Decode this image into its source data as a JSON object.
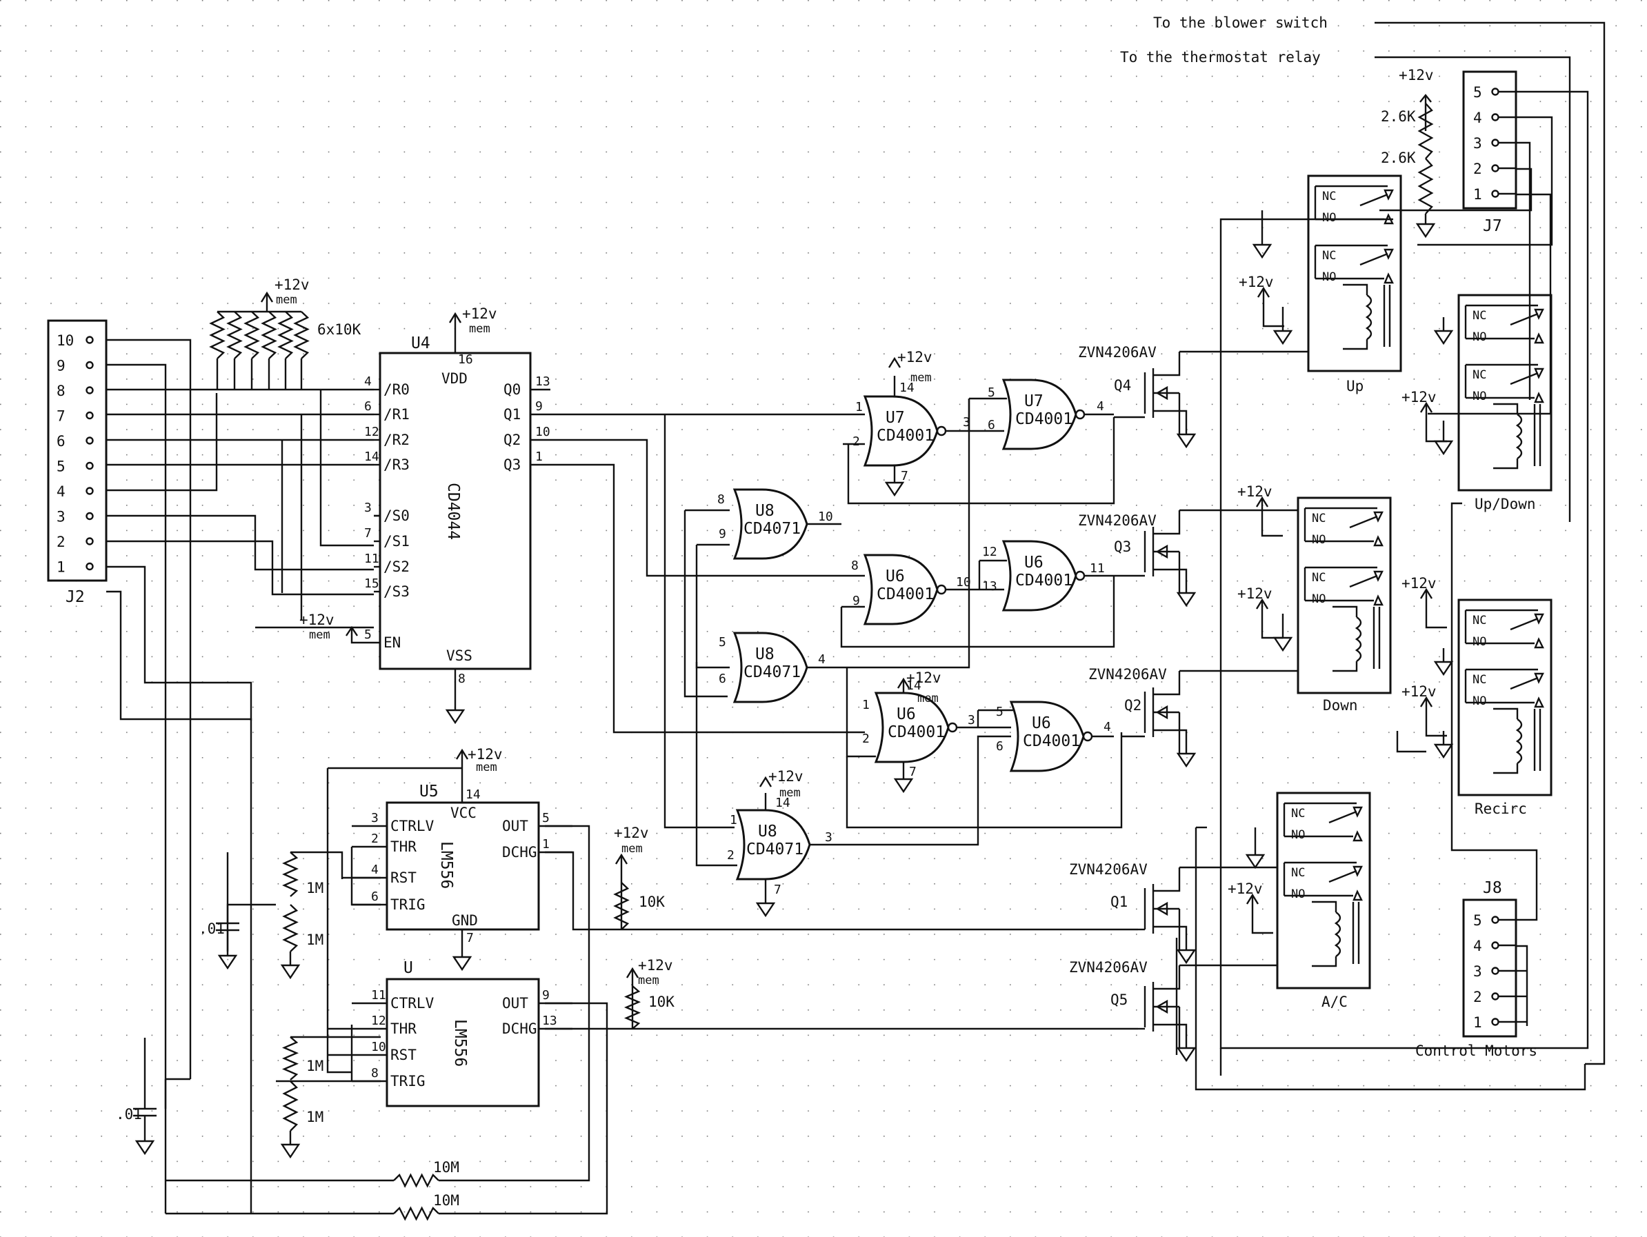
{
  "notes": {
    "blower": "To the blower switch",
    "thermostat": "To the thermostat relay"
  },
  "labels": {
    "vcc": "+12v",
    "mem": "mem",
    "pullups": "6x10K"
  },
  "j2": {
    "ref": "J2",
    "pins": [
      "10",
      "9",
      "8",
      "7",
      "6",
      "5",
      "4",
      "3",
      "2",
      "1"
    ]
  },
  "j7": {
    "ref": "J7",
    "pins": [
      "5",
      "4",
      "3",
      "2",
      "1"
    ]
  },
  "j8": {
    "ref": "J8",
    "pins": [
      "5",
      "4",
      "3",
      "2",
      "1"
    ],
    "caption": "Control Motors"
  },
  "u4": {
    "ref": "U4",
    "part": "CD4044",
    "vdd": "VDD",
    "vss": "VSS",
    "vdd_pin": "16",
    "vss_pin": "8",
    "left": [
      [
        "4",
        "/R0"
      ],
      [
        "6",
        "/R1"
      ],
      [
        "12",
        "/R2"
      ],
      [
        "14",
        "/R3"
      ],
      [
        "3",
        "/S0"
      ],
      [
        "7",
        "/S1"
      ],
      [
        "11",
        "/S2"
      ],
      [
        "15",
        "/S3"
      ],
      [
        "5",
        "EN"
      ]
    ],
    "right": [
      [
        "13",
        "Q0"
      ],
      [
        "9",
        "Q1"
      ],
      [
        "10",
        "Q2"
      ],
      [
        "1",
        "Q3"
      ]
    ]
  },
  "u5": {
    "ref": "U5",
    "part": "LM556",
    "vcc": "VCC",
    "gnd": "GND",
    "vcc_pin": "14",
    "gnd_pin": "7",
    "left": [
      [
        "3",
        "CTRLV"
      ],
      [
        "2",
        "THR"
      ],
      [
        "4",
        "RST"
      ],
      [
        "6",
        "TRIG"
      ]
    ],
    "right": [
      [
        "5",
        "OUT"
      ],
      [
        "1",
        "DCHG"
      ]
    ]
  },
  "u5b": {
    "ref": "U",
    "part": "LM556",
    "left": [
      [
        "11",
        "CTRLV"
      ],
      [
        "12",
        "THR"
      ],
      [
        "10",
        "RST"
      ],
      [
        "8",
        "TRIG"
      ]
    ],
    "right": [
      [
        "9",
        "OUT"
      ],
      [
        "13",
        "DCHG"
      ]
    ]
  },
  "gates": {
    "u7a": {
      "ref": "U7",
      "part": "CD4001",
      "pins": [
        "1",
        "2",
        "3",
        "14",
        "7"
      ]
    },
    "u7b": {
      "ref": "U7",
      "part": "CD4001",
      "pins": [
        "5",
        "6",
        "4"
      ]
    },
    "u8a": {
      "ref": "U8",
      "part": "CD4071",
      "pins": [
        "8",
        "9",
        "10"
      ]
    },
    "u6a": {
      "ref": "U6",
      "part": "CD4001",
      "pins": [
        "8",
        "9",
        "10"
      ]
    },
    "u6b": {
      "ref": "U6",
      "part": "CD4001",
      "pins": [
        "12",
        "13",
        "11"
      ]
    },
    "u8b": {
      "ref": "U8",
      "part": "CD4071",
      "pins": [
        "5",
        "6",
        "4"
      ]
    },
    "u6c": {
      "ref": "U6",
      "part": "CD4001",
      "pins": [
        "1",
        "2",
        "3",
        "14",
        "7"
      ]
    },
    "u6d": {
      "ref": "U6",
      "part": "CD4001",
      "pins": [
        "5",
        "6",
        "4"
      ]
    },
    "u8c": {
      "ref": "U8",
      "part": "CD4071",
      "pins": [
        "1",
        "2",
        "3",
        "14",
        "7"
      ]
    }
  },
  "mosfets": {
    "part": "ZVN4206AV",
    "q4": "Q4",
    "q3": "Q3",
    "q2": "Q2",
    "q1": "Q1",
    "q5": "Q5"
  },
  "relays": {
    "up": "Up",
    "updown": "Up/Down",
    "down": "Down",
    "recirc": "Recirc",
    "ac": "A/C",
    "nc": "NC",
    "no": "NO"
  },
  "components": {
    "r_2k6": "2.6K",
    "r_10k": "10K",
    "r_1m": "1M",
    "r_10m": "10M",
    "cap": ".01"
  }
}
